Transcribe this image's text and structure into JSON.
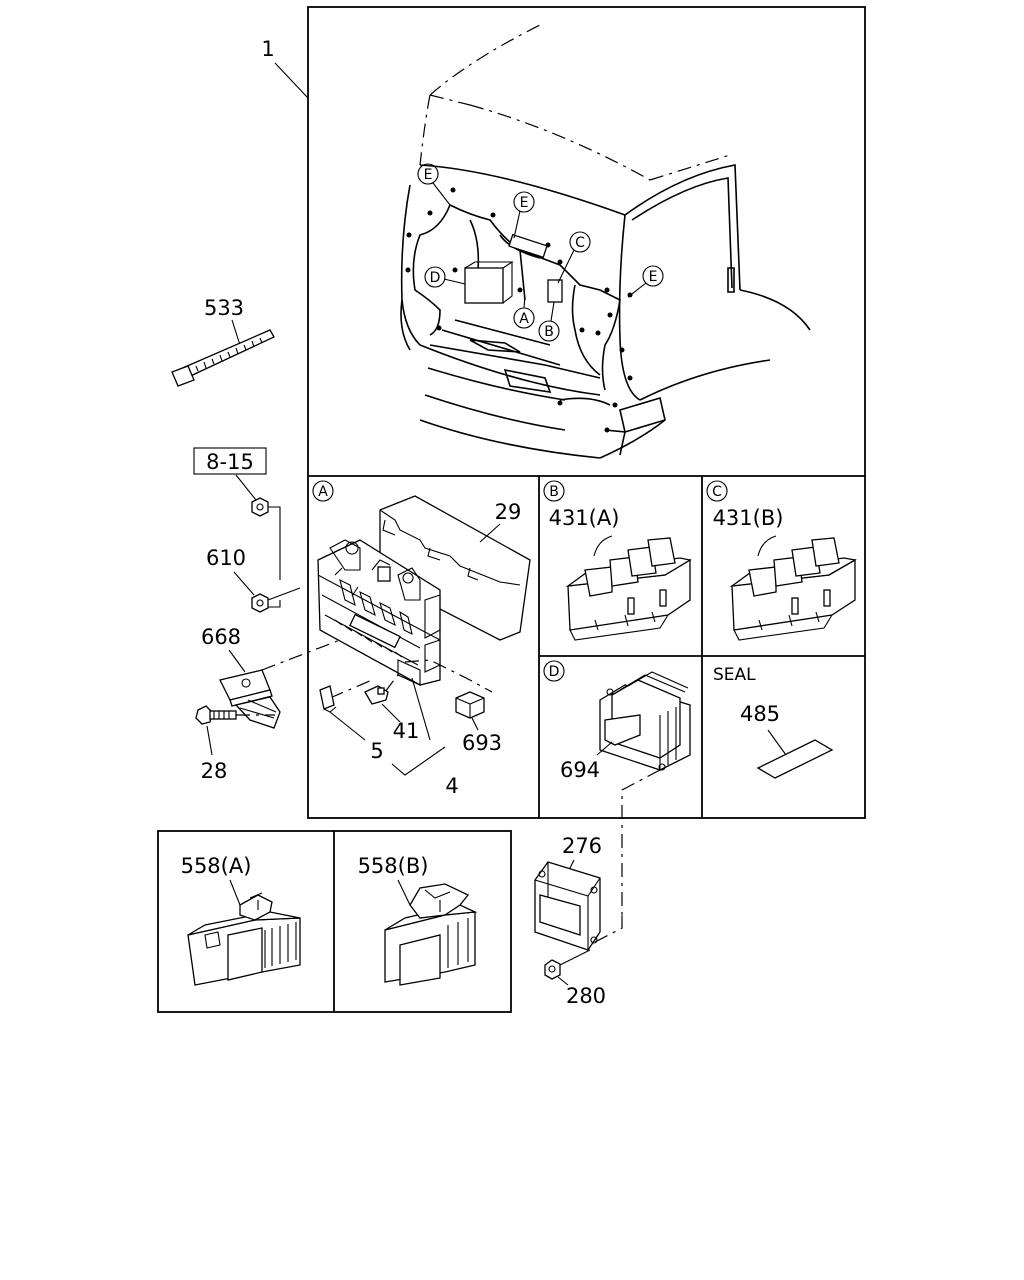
{
  "labels": {
    "p1": "1",
    "p533": "533",
    "p8_15": "8-15",
    "p610": "610",
    "p668": "668",
    "p28": "28",
    "p29": "29",
    "p5": "5",
    "p41": "41",
    "p4": "4",
    "p693": "693",
    "p431a": "431(A)",
    "p431b": "431(B)",
    "p694": "694",
    "seal": "SEAL",
    "p485": "485",
    "p558a": "558(A)",
    "p558b": "558(B)",
    "p276": "276",
    "p280": "280"
  },
  "markers": {
    "a": "A",
    "b": "B",
    "c": "C",
    "d": "D",
    "e": "E"
  }
}
